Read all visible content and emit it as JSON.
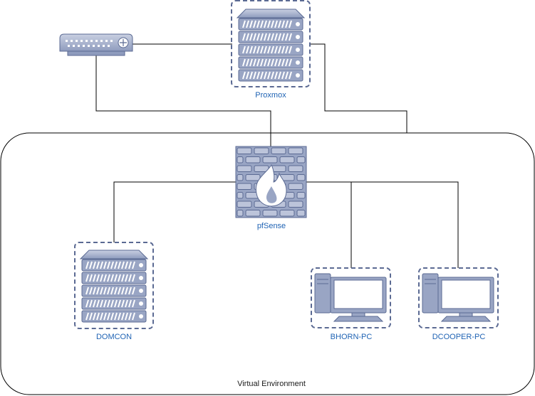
{
  "labels": {
    "proxmox": "Proxmox",
    "pfsense": "pfSense",
    "domcon": "DOMCON",
    "bhorn": "BHORN-PC",
    "dcooper": "DCOOPER-PC",
    "environment": "Virtual Environment"
  },
  "icons": {
    "router": "router-icon",
    "proxmox": "server-icon",
    "pfsense": "firewall-icon",
    "domcon": "server-icon",
    "bhorn": "workstation-icon",
    "dcooper": "workstation-icon"
  },
  "colors": {
    "icon_fill": "#99a5c4",
    "icon_stroke": "#5b6a93",
    "selection_dash": "#5b6a93",
    "label_blue": "#1f63b4",
    "line": "#000000"
  }
}
